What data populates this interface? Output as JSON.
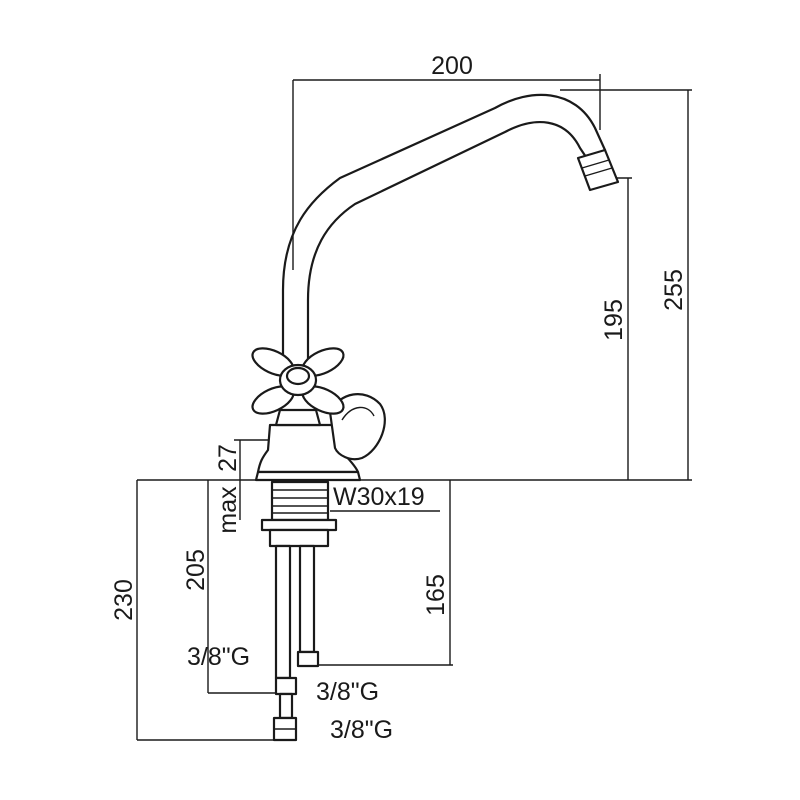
{
  "dimensions": {
    "spout_reach": "200",
    "total_height": "255",
    "outlet_height": "195",
    "body_height": "27",
    "max_label": "max",
    "nut": "W30x19",
    "shank_205": "205",
    "shank_165": "165",
    "overall_230": "230",
    "thread_upper_left": "3/8\"G",
    "thread_right": "3/8\"G",
    "thread_bottom": "3/8\"G"
  },
  "colors": {
    "line": "#1a1a1a",
    "background": "#ffffff"
  }
}
